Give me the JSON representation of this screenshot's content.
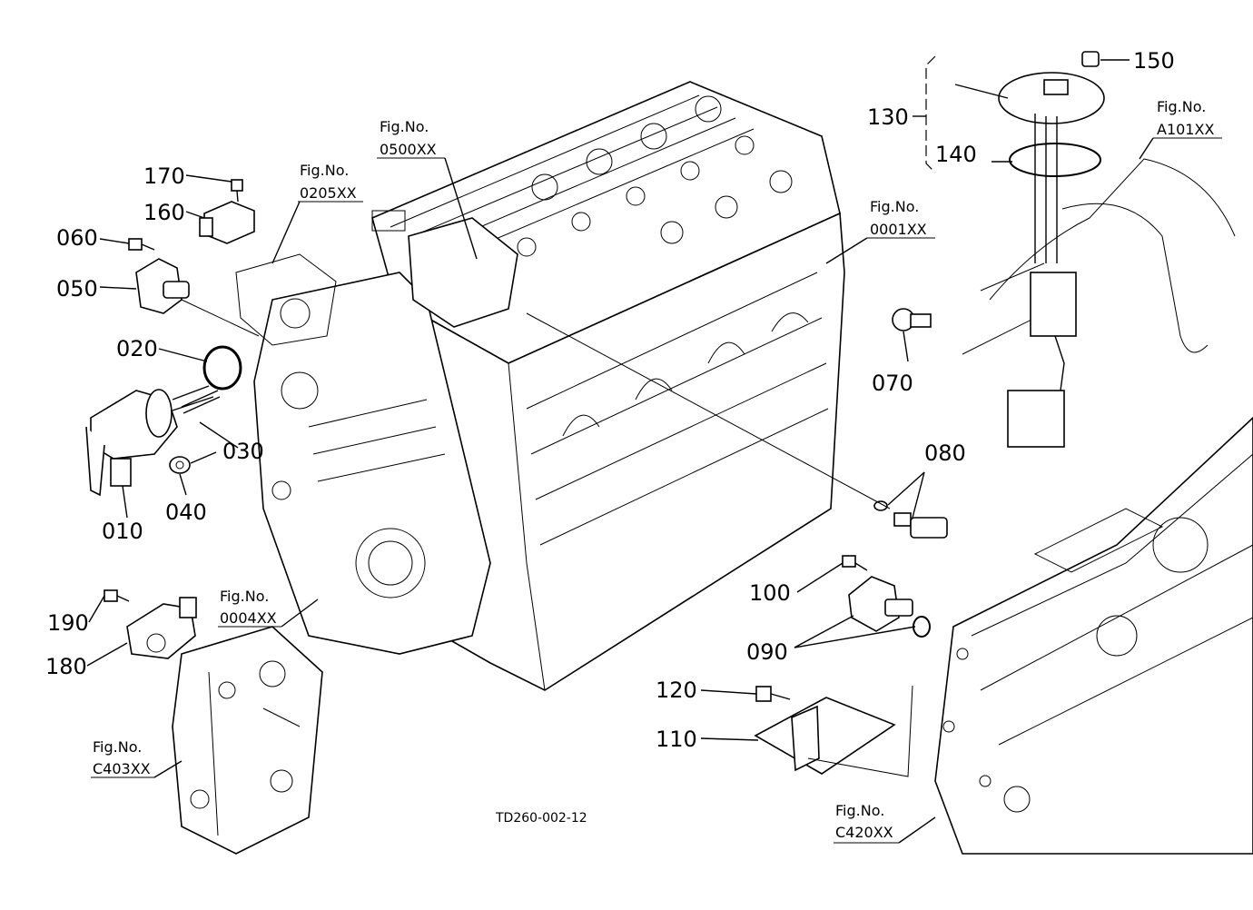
{
  "drawing_code": "TD260-002-12",
  "fig_prefix": "Fig.No.",
  "part_numbers": {
    "p010": "010",
    "p020": "020",
    "p030": "030",
    "p040": "040",
    "p050": "050",
    "p060": "060",
    "p070": "070",
    "p080": "080",
    "p090": "090",
    "p100": "100",
    "p110": "110",
    "p120": "120",
    "p130": "130",
    "p140": "140",
    "p150": "150",
    "p160": "160",
    "p170": "170",
    "p180": "180",
    "p190": "190"
  },
  "figure_refs": {
    "f0205": "0205XX",
    "f0500": "0500XX",
    "f0001": "0001XX",
    "fA101": "A101XX",
    "f0004": "0004XX",
    "fC403": "C403XX",
    "fC420": "C420XX"
  }
}
